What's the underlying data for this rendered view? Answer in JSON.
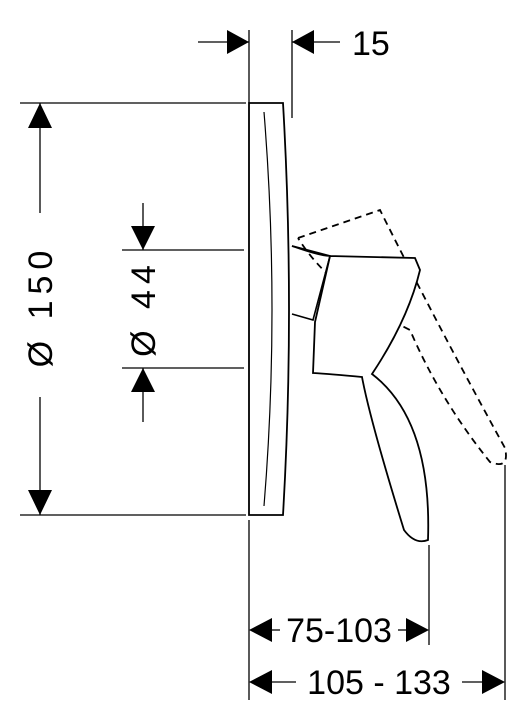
{
  "dimensions": {
    "thickness": "15",
    "plate_diameter": "Ø 150",
    "bore_diameter": "Ø 44",
    "lever_depth": "75-103",
    "total_depth": "105 - 133"
  },
  "colors": {
    "line": "#000000",
    "background": "#ffffff"
  }
}
